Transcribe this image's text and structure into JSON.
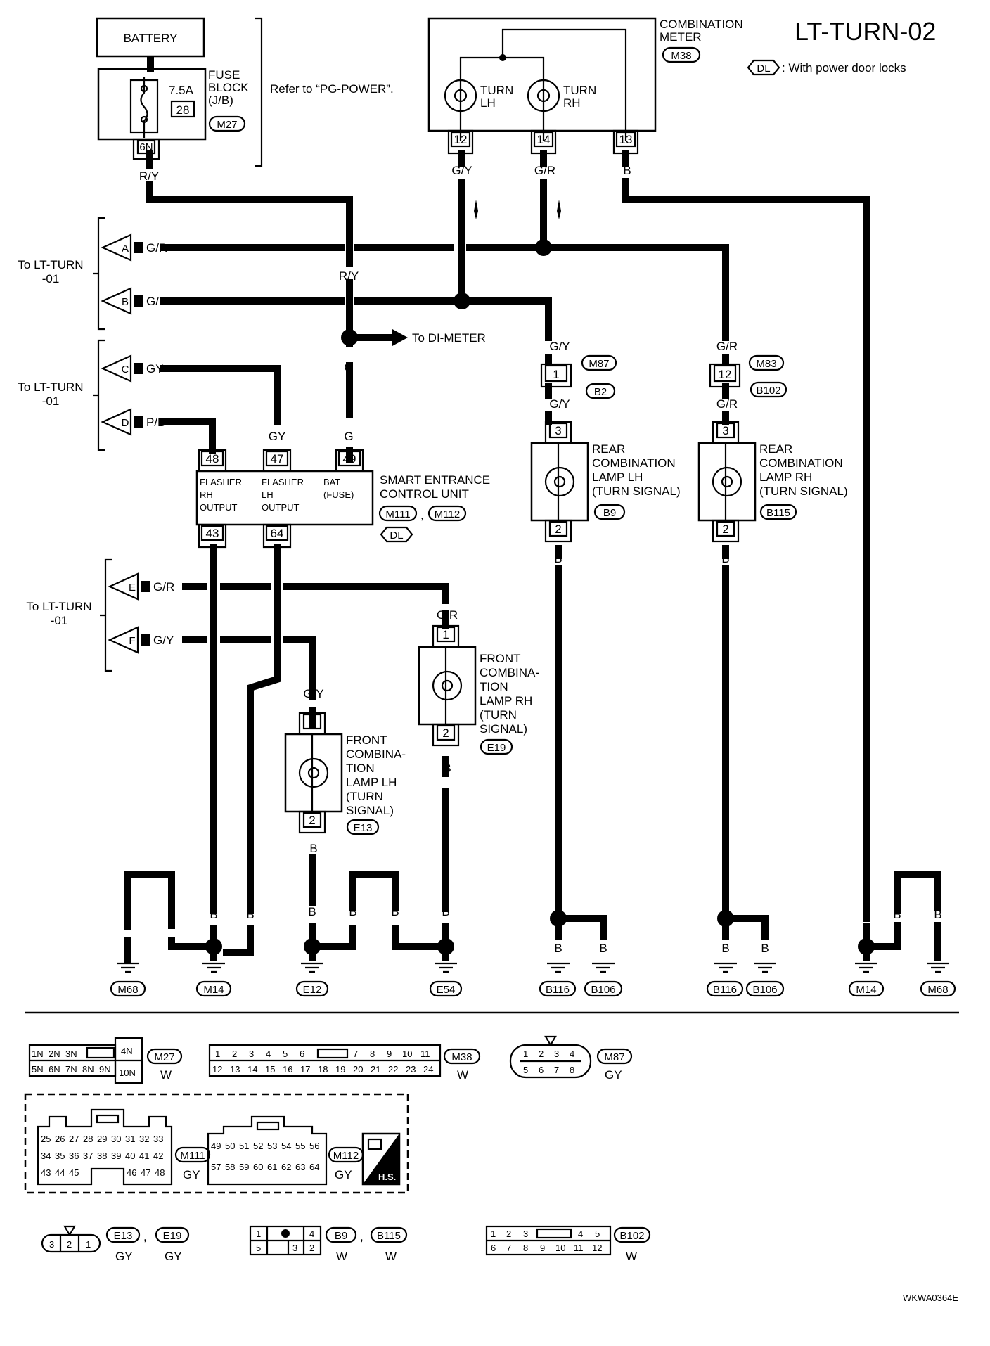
{
  "header": {
    "title": "LT-TURN-02",
    "legend_tag": "DL",
    "legend_text": ": With power door locks",
    "doc_id": "WKWA0364E"
  },
  "power": {
    "battery": "BATTERY",
    "fuse_label": [
      "FUSE",
      "BLOCK",
      "(J/B)"
    ],
    "fuse_rating": "7.5A",
    "fuse_no": "28",
    "fuse_conn": "M27",
    "fuse_pin": "6N",
    "wire": "R/Y",
    "refer": "Refer to “PG-POWER”."
  },
  "meter": {
    "label": [
      "COMBINATION",
      "METER"
    ],
    "conn": "M38",
    "turn_lh": [
      "TURN",
      "LH"
    ],
    "turn_rh": [
      "TURN",
      "RH"
    ],
    "pins": [
      "12",
      "14",
      "13"
    ],
    "wires": [
      "G/Y",
      "G/R",
      "B"
    ]
  },
  "offpage": {
    "group_label": [
      "To LT-TURN",
      "-01"
    ],
    "A": "A",
    "B": "B",
    "C": "C",
    "D": "D",
    "E": "E",
    "F": "F",
    "A_wire": "G/R",
    "B_wire": "G/Y",
    "C_wire": "GY",
    "D_wire": "P/B",
    "E_wire": "G/R",
    "F_wire": "G/Y"
  },
  "splice": {
    "ry": "R/Y",
    "to_di": "To DI-METER",
    "g1": "G",
    "g2": "G",
    "gy": "GY"
  },
  "secu": {
    "label": [
      "SMART ENTRANCE",
      "CONTROL UNIT"
    ],
    "conn1": "M111",
    "conn2": "M112",
    "sep": ",",
    "tag": "DL",
    "pins_top": [
      "48",
      "47",
      "49"
    ],
    "pins_bot": [
      "43",
      "64"
    ],
    "flasher_rh": [
      "FLASHER",
      "RH",
      "OUTPUT"
    ],
    "flasher_lh": [
      "FLASHER",
      "LH",
      "OUTPUT"
    ],
    "bat": [
      "BAT",
      "(FUSE)"
    ],
    "out_wires": [
      "B",
      "B"
    ]
  },
  "rear_lh": {
    "wire_top": "G/Y",
    "conn_a": "M87",
    "conn_b": "B2",
    "pin_a": "1",
    "wire_mid": "G/Y",
    "pin_top": "3",
    "pin_bot": "2",
    "label": [
      "REAR",
      "COMBINATION",
      "LAMP LH",
      "(TURN SIGNAL)"
    ],
    "conn": "B9",
    "wire_bot": "B"
  },
  "rear_rh": {
    "wire_top": "G/R",
    "conn_a": "M83",
    "conn_b": "B102",
    "pin_a": "12",
    "wire_mid": "G/R",
    "pin_top": "3",
    "pin_bot": "2",
    "label": [
      "REAR",
      "COMBINATION",
      "LAMP RH",
      "(TURN SIGNAL)"
    ],
    "conn": "B115",
    "wire_bot": "B"
  },
  "front_lh": {
    "wire_top": "G/Y",
    "pin_top": "1",
    "pin_bot": "2",
    "label": [
      "FRONT",
      "COMBINA-",
      "TION",
      "LAMP LH",
      "(TURN",
      "SIGNAL)"
    ],
    "conn": "E13",
    "wire_bot": "B"
  },
  "front_rh": {
    "wire_top": "G/R",
    "pin_top": "1",
    "pin_bot": "2",
    "label": [
      "FRONT",
      "COMBINA-",
      "TION",
      "LAMP RH",
      "(TURN",
      "SIGNAL)"
    ],
    "conn": "E19",
    "wire_bot": "B"
  },
  "grounds": {
    "wire": "B",
    "names": [
      "M68",
      "M14",
      "E12",
      "E54",
      "B116",
      "B106",
      "B116",
      "B106",
      "M14",
      "M68"
    ]
  },
  "connectors": {
    "m27": {
      "row1": [
        "1N",
        "2N",
        "3N"
      ],
      "row2": [
        "5N",
        "6N",
        "7N",
        "8N",
        "9N"
      ],
      "p4": "4N",
      "p10": "10N",
      "name": "M27",
      "color": "W"
    },
    "m38": {
      "row1a": [
        "1",
        "2",
        "3",
        "4",
        "5",
        "6"
      ],
      "row1b": [
        "7",
        "8",
        "9",
        "10",
        "11"
      ],
      "row2": [
        "12",
        "13",
        "14",
        "15",
        "16",
        "17",
        "18",
        "19",
        "20",
        "21",
        "22",
        "23",
        "24"
      ],
      "name": "M38",
      "color": "W"
    },
    "m87": {
      "row1": [
        "1",
        "2",
        "3",
        "4"
      ],
      "row2": [
        "5",
        "6",
        "7",
        "8"
      ],
      "name": "M87",
      "color": "GY"
    },
    "m111": {
      "row1": [
        "25",
        "26",
        "27",
        "28",
        "29",
        "30",
        "31",
        "32",
        "33"
      ],
      "row2": [
        "34",
        "35",
        "36",
        "37",
        "38",
        "39",
        "40",
        "41",
        "42"
      ],
      "row3a": [
        "43",
        "44",
        "45"
      ],
      "row3b": [
        "46",
        "47",
        "48"
      ],
      "name": "M111",
      "color": "GY"
    },
    "m112": {
      "row1": [
        "49",
        "50",
        "51",
        "52",
        "53",
        "54",
        "55",
        "56"
      ],
      "row2": [
        "57",
        "58",
        "59",
        "60",
        "61",
        "62",
        "63",
        "64"
      ],
      "name": "M112",
      "color": "GY"
    },
    "hs": "H.S.",
    "e13": {
      "pins": [
        "3",
        "2",
        "1"
      ],
      "name1": "E13",
      "name2": "E19",
      "sep": ",",
      "color1": "GY",
      "color2": "GY"
    },
    "b9": {
      "row1a": [
        "1"
      ],
      "row1b": [
        "4"
      ],
      "row2a": [
        "5"
      ],
      "row2b": [
        "3",
        "2"
      ],
      "name1": "B9",
      "name2": "B115",
      "sep": ",",
      "color1": "W",
      "color2": "W"
    },
    "b102": {
      "row1a": [
        "1",
        "2",
        "3"
      ],
      "row1b": [
        "4",
        "5"
      ],
      "row2": [
        "6",
        "7",
        "8",
        "9",
        "10",
        "11",
        "12"
      ],
      "name": "B102",
      "color": "W"
    }
  }
}
